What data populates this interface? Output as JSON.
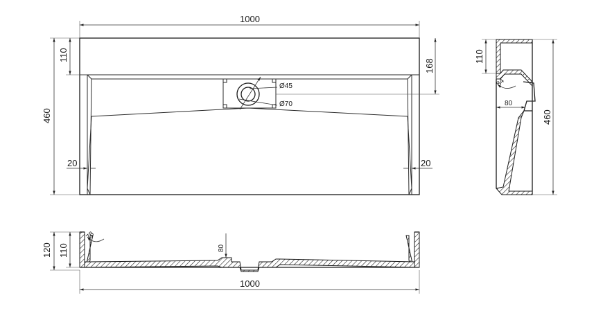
{
  "top_view": {
    "width_dim": "1000",
    "height_dim": "460",
    "rim_dim": "110",
    "drain_offset_dim": "168",
    "left_wall_dim": "20",
    "right_wall_dim": "20",
    "drain_inner_dim": "Ø45",
    "drain_outer_dim": "Ø70"
  },
  "side_view": {
    "rim_dim": "110",
    "depth_dim": "460",
    "angle_dim": "84",
    "step_dim": "80"
  },
  "front_section": {
    "total_height_dim": "120",
    "inner_height_dim": "110",
    "angle_dim": "78",
    "drain_depth_dim": "80",
    "width_dim": "1000"
  }
}
